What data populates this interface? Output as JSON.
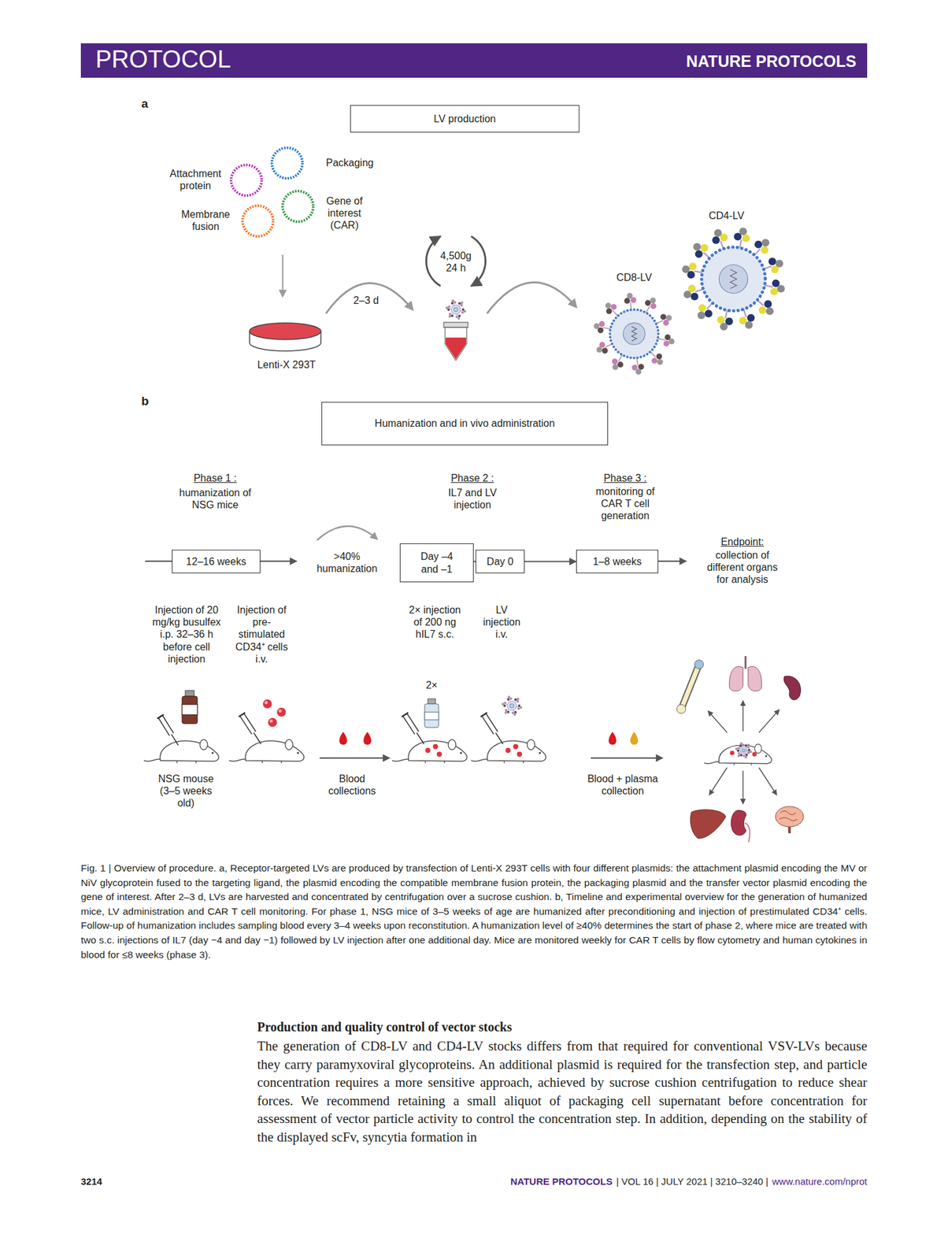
{
  "diagram": {
    "caption": "Fig. 1 | Overview of procedure. a, Receptor-targeted LVs are produced by transfection of Lenti-X 293T cells with four different plasmids: the attachment plasmid encoding the MV or NiV glycoprotein fused to the targeting ligand, the plasmid encoding the compatible membrane fusion protein, the packaging plasmid and the transfer vector plasmid encoding the gene of interest. After 2–3 d, LVs are harvested and concentrated by centrifugation over a sucrose cushion. b, Timeline and experimental overview for the generation of humanized mice, LV administration and CAR T cell monitoring. For phase 1, NSG mice of 3–5 weeks of age are humanized after preconditioning and injection of prestimulated CD34⁺ cells. Follow-up of humanization includes sampling blood every 3–4 weeks upon reconstitution. A humanization level of ≥40% determines the start of phase 2, where mice are treated with two s.c. injections of IL7 (day −4 and day −1) followed by LV injection after one additional day. Mice are monitored weekly for CAR T cells by flow cytometry and human cytokines in blood for ≤8 weeks (phase 3).",
    "nodes": [
      {
        "text": [
          "LV production"
        ]
      },
      {
        "text": [
          "Humanization and in vivo administration"
        ]
      },
      {
        "text": [
          "12–16 weeks"
        ]
      },
      {
        "text": [
          "Day –4 and –1"
        ]
      },
      {
        "text": [
          "Day 0"
        ]
      },
      {
        "text": [
          "1–8 weeks"
        ]
      }
    ],
    "edges": [
      {
        "from": 3,
        "to": 4,
        "arrow": "none"
      },
      {
        "from": 4,
        "to": 5,
        "arrow": "to"
      }
    ],
    "labels": [
      "PROTOCOL",
      "NATURE PROTOCOLS",
      "a",
      "Attachment protein",
      "Packaging",
      "Gene of interest (CAR)",
      "Membrane fusion",
      "2–3 d",
      "4,500g 24 h",
      "Lenti-X 293T",
      "CD8-LV",
      "CD4-LV",
      "b",
      "Phase 1 :",
      "humanization of NSG mice",
      "Phase 2 :",
      "IL7 and LV injection",
      "Phase 3 :",
      "monitoring of CAR T cell generation",
      ">40% humanization",
      "Endpoint:",
      "collection of different organs for analysis",
      "Injection of 20 mg/kg busulfex i.p. 32–36 h before cell injection",
      "Injection of pre-stimulated CD34⁺ cells i.v.",
      "2× injection of 200 ng hIL7 s.c.",
      "LV injection i.v.",
      "2×",
      "NSG mouse (3–5 weeks old)",
      "Blood collections",
      "Blood + plasma collection",
      "Production and quality control of vector stocks",
      "The generation of CD8-LV and CD4-LV stocks differs from that required for conventional VSV-LVs because they carry paramyxoviral glycoproteins. An additional plasmid is required for the transfection step, and particle concentration requires a more sensitive approach, achieved by sucrose cushion centrifugation to reduce shear forces. We recommend retaining a small aliquot of packaging cell supernatant before concentration for assessment of vector particle activity to control the concentration step. In addition, depending on the stability of the displayed scFv, syncytia formation in",
      "3214",
      "NATURE PROTOCOLS",
      "| VOL 16 | JULY 2021 | 3210–3240 |",
      "www.nature.com/nprot"
    ]
  }
}
